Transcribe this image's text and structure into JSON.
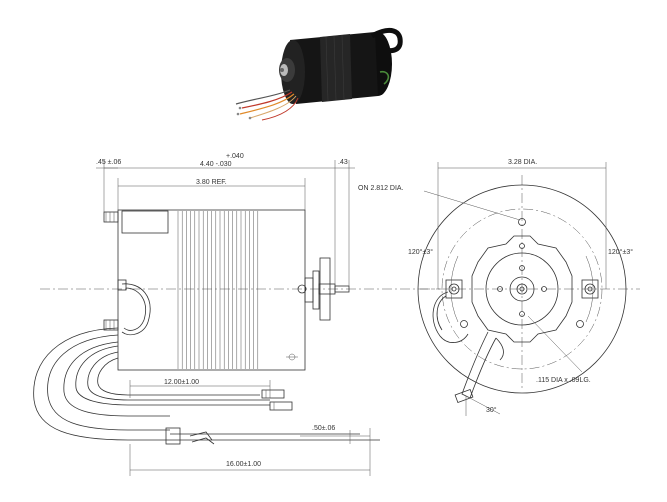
{
  "dimensions": {
    "flange_offset": ".45 ±.06",
    "overall_length_tol": "+.040",
    "overall_length": "4.40 -.030",
    "body_length": "3.80 REF.",
    "shaft_ext": ".43",
    "bolt_circle": "ON 2.812 DIA.",
    "outer_dia": "3.28 DIA.",
    "angle_left": "120°±3°",
    "angle_right": "120°±3°",
    "hole_spec": ".115 DIA x .09LG.",
    "wire_angle": "30°",
    "lead_short": "12.00±1.00",
    "strip_length": ".50±.06",
    "lead_long": "16.00±1.00"
  },
  "colors": {
    "line": "#333333",
    "motor_body": "#1a1a1a",
    "wire_green": "#4a8a3a",
    "wire_red": "#c0392b",
    "wire_orange": "#e08a2a"
  },
  "photo": {
    "depicts": "black motor with colored lead wires",
    "icon": "motor-photo"
  }
}
